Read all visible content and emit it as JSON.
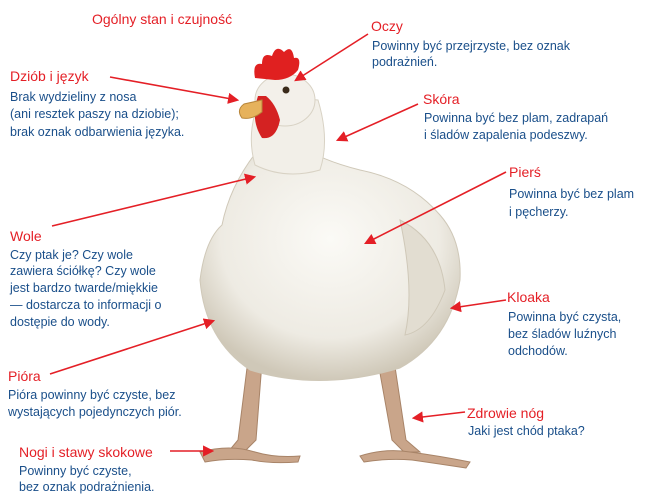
{
  "colors": {
    "title": "#e41f26",
    "desc": "#1a4f8a",
    "arrow": "#e41f26",
    "comb": "#e02020",
    "feather": "#f4f2ec",
    "feather_shadow": "#d6d0c2",
    "beak": "#e6b25c",
    "legs": "#c9a58a"
  },
  "header": {
    "title": "Ogólny stan i czujność"
  },
  "labels": {
    "oczy": {
      "title": "Oczy",
      "lines": [
        "Powinny być przejrzyste, bez oznak",
        "podrażnień."
      ]
    },
    "dziob": {
      "title": "Dziób i język",
      "lines": [
        "Brak wydzieliny z nosa",
        "(ani resztek paszy na dziobie);",
        "brak oznak odbarwienia języka."
      ]
    },
    "skora": {
      "title": "Skóra",
      "lines": [
        "Powinna być bez plam, zadrapań",
        "i śladów zapalenia podeszwy."
      ]
    },
    "piers": {
      "title": "Pierś",
      "lines": [
        "Powinna być bez plam",
        "i pęcherzy."
      ]
    },
    "wole": {
      "title": "Wole",
      "lines": [
        "Czy ptak je? Czy wole",
        "zawiera ściółkę? Czy wole",
        "jest bardzo twarde/miękkie",
        "— dostarcza to informacji o",
        "dostępie do wody."
      ]
    },
    "kloaka": {
      "title": "Kloaka",
      "lines": [
        "Powinna być czysta,",
        "bez śladów luźnych",
        "odchodów."
      ]
    },
    "piora": {
      "title": "Pióra",
      "lines": [
        "Pióra powinny być czyste, bez",
        "wystających pojedynczych piór."
      ]
    },
    "zdrowie": {
      "title": "Zdrowie nóg",
      "lines": [
        "Jaki jest chód ptaka?"
      ]
    },
    "nogi": {
      "title": "Nogi i stawy skokowe",
      "lines": [
        "Powinny być czyste,",
        "bez oznak podrażnienia."
      ]
    }
  }
}
